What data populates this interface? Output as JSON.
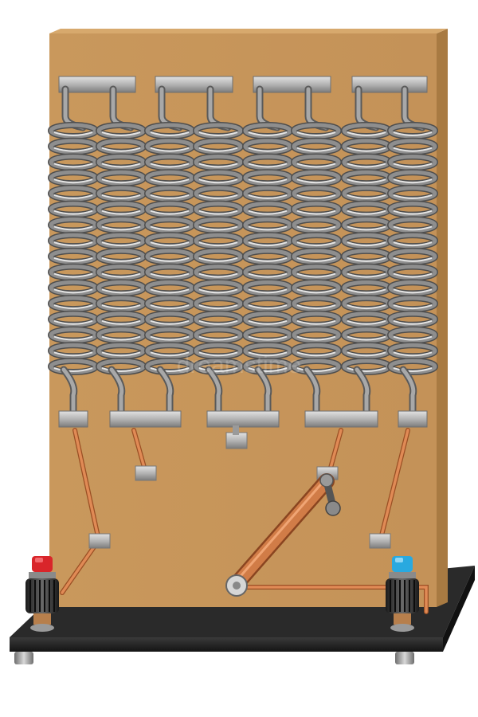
{
  "colors": {
    "board": "#c89a5e",
    "board_edge": "#a97c43",
    "base": "#1e1e1e",
    "base_top": "#4a4a4a",
    "coil": "#8e8e8e",
    "coil_dark": "#5a5a5a",
    "coil_light": "#dcdcdc",
    "copper": "#d07a45",
    "copper_dark": "#9a4f24",
    "terminal_red": "#d9252a",
    "terminal_blue": "#29a9e0",
    "knurl": "#2b2b2b"
  },
  "coil_count": 8,
  "turns_per_coil": 16,
  "watermark": "dreamstime"
}
